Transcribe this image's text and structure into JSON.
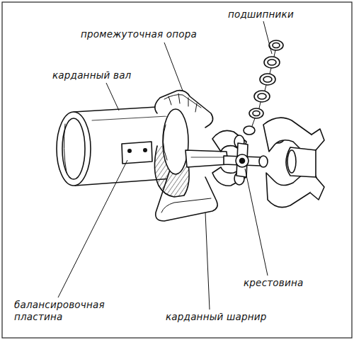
{
  "diagram": {
    "labels": [
      "промежуточная опора",
      "подшипники",
      "карданный вал",
      "крестовина",
      "карданный шарнир",
      "балансировочная пластина"
    ]
  }
}
